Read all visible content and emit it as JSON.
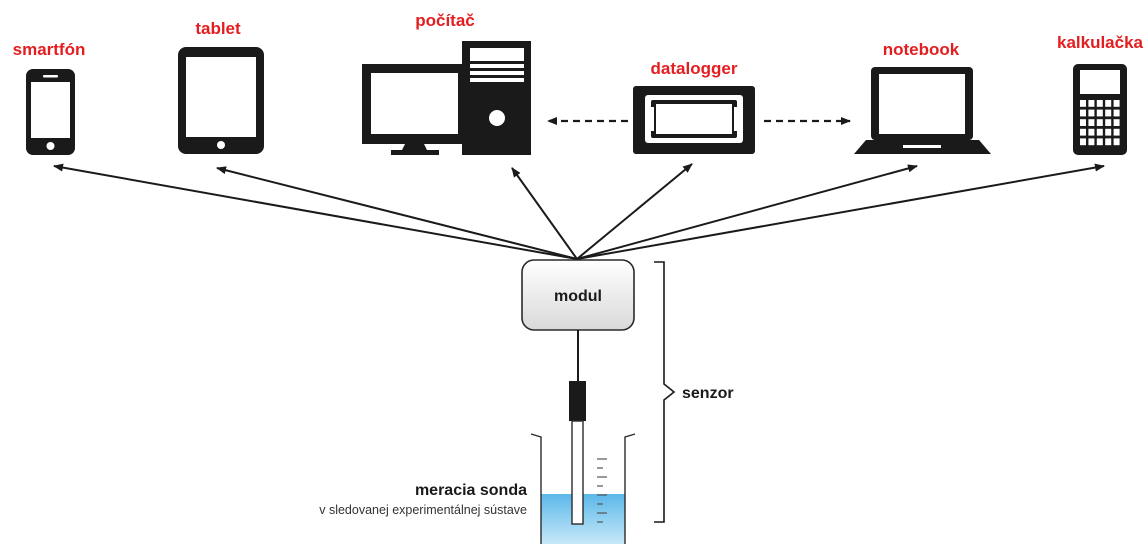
{
  "devices": {
    "smartphone": "smartfón",
    "tablet": "tablet",
    "computer": "počítač",
    "datalogger": "datalogger",
    "notebook": "notebook",
    "calculator": "kalkulačka"
  },
  "module_label": "modul",
  "sensor_label": "senzor",
  "probe": {
    "title": "meracia sonda",
    "subtitle": "v sledovanej experimentálnej sústave"
  },
  "colors": {
    "device_label": "#e41e20",
    "icon": "#1a1a1a",
    "liquid": "#7fc8ee"
  }
}
